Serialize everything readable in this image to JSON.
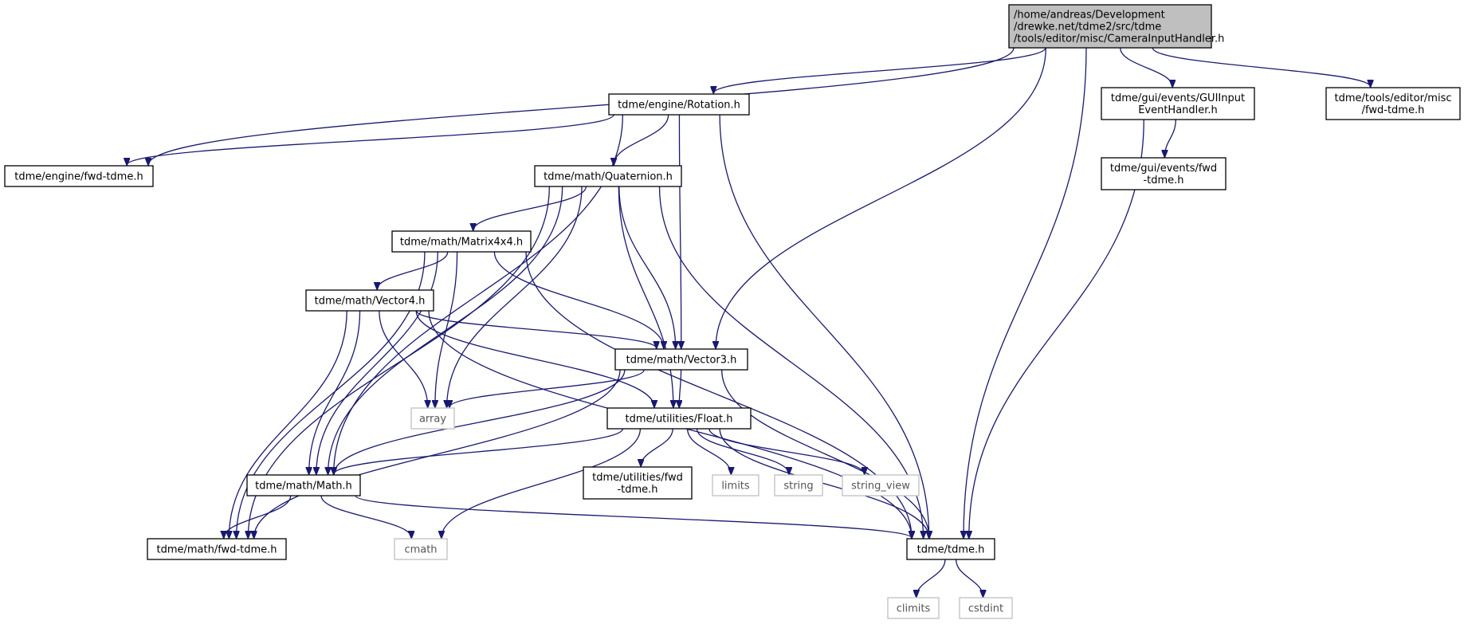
{
  "nodes": {
    "camera_input_handler": {
      "label": [
        "/home/andreas/Development",
        "/drewke.net/tdme2/src/tdme",
        "/tools/editor/misc/CameraInputHandler.h"
      ],
      "kind": "root"
    },
    "engine_rotation": {
      "label": [
        "tdme/engine/Rotation.h"
      ],
      "kind": "file"
    },
    "engine_fwd": {
      "label": [
        "tdme/engine/fwd-tdme.h"
      ],
      "kind": "file"
    },
    "gui_input_handler": {
      "label": [
        "tdme/gui/events/GUIInput",
        "EventHandler.h"
      ],
      "kind": "file"
    },
    "editor_misc_fwd": {
      "label": [
        "tdme/tools/editor/misc",
        "/fwd-tdme.h"
      ],
      "kind": "file"
    },
    "gui_events_fwd": {
      "label": [
        "tdme/gui/events/fwd",
        "-tdme.h"
      ],
      "kind": "file"
    },
    "math_quaternion": {
      "label": [
        "tdme/math/Quaternion.h"
      ],
      "kind": "file"
    },
    "math_matrix4x4": {
      "label": [
        "tdme/math/Matrix4x4.h"
      ],
      "kind": "file"
    },
    "math_vector4": {
      "label": [
        "tdme/math/Vector4.h"
      ],
      "kind": "file"
    },
    "math_vector3": {
      "label": [
        "tdme/math/Vector3.h"
      ],
      "kind": "file"
    },
    "std_array": {
      "label": [
        "array"
      ],
      "kind": "system"
    },
    "utilities_float": {
      "label": [
        "tdme/utilities/Float.h"
      ],
      "kind": "file"
    },
    "math_math": {
      "label": [
        "tdme/math/Math.h"
      ],
      "kind": "file"
    },
    "utilities_fwd": {
      "label": [
        "tdme/utilities/fwd",
        "-tdme.h"
      ],
      "kind": "file"
    },
    "std_limits": {
      "label": [
        "limits"
      ],
      "kind": "system"
    },
    "std_string": {
      "label": [
        "string"
      ],
      "kind": "system"
    },
    "std_string_view": {
      "label": [
        "string_view"
      ],
      "kind": "system"
    },
    "math_fwd": {
      "label": [
        "tdme/math/fwd-tdme.h"
      ],
      "kind": "file"
    },
    "std_cmath": {
      "label": [
        "cmath"
      ],
      "kind": "system"
    },
    "tdme_h": {
      "label": [
        "tdme/tdme.h"
      ],
      "kind": "file"
    },
    "std_climits": {
      "label": [
        "climits"
      ],
      "kind": "system"
    },
    "std_cstdint": {
      "label": [
        "cstdint"
      ],
      "kind": "system"
    }
  },
  "edges": [
    [
      "camera_input_handler",
      "engine_fwd"
    ],
    [
      "camera_input_handler",
      "engine_rotation"
    ],
    [
      "camera_input_handler",
      "math_vector3"
    ],
    [
      "camera_input_handler",
      "gui_input_handler"
    ],
    [
      "camera_input_handler",
      "editor_misc_fwd"
    ],
    [
      "camera_input_handler",
      "tdme_h"
    ],
    [
      "engine_rotation",
      "engine_fwd"
    ],
    [
      "engine_rotation",
      "math_quaternion"
    ],
    [
      "engine_rotation",
      "math_vector3"
    ],
    [
      "engine_rotation",
      "math_math"
    ],
    [
      "engine_rotation",
      "tdme_h"
    ],
    [
      "gui_input_handler",
      "gui_events_fwd"
    ],
    [
      "gui_input_handler",
      "tdme_h"
    ],
    [
      "math_quaternion",
      "math_matrix4x4"
    ],
    [
      "math_quaternion",
      "math_vector3"
    ],
    [
      "math_quaternion",
      "std_array"
    ],
    [
      "math_quaternion",
      "utilities_float"
    ],
    [
      "math_quaternion",
      "math_math"
    ],
    [
      "math_quaternion",
      "math_fwd"
    ],
    [
      "math_quaternion",
      "tdme_h"
    ],
    [
      "math_matrix4x4",
      "math_vector4"
    ],
    [
      "math_matrix4x4",
      "math_vector3"
    ],
    [
      "math_matrix4x4",
      "std_array"
    ],
    [
      "math_matrix4x4",
      "math_math"
    ],
    [
      "math_matrix4x4",
      "math_fwd"
    ],
    [
      "math_matrix4x4",
      "tdme_h"
    ],
    [
      "math_vector4",
      "math_vector3"
    ],
    [
      "math_vector4",
      "std_array"
    ],
    [
      "math_vector4",
      "utilities_float"
    ],
    [
      "math_vector4",
      "math_math"
    ],
    [
      "math_vector4",
      "math_fwd"
    ],
    [
      "math_vector4",
      "tdme_h"
    ],
    [
      "math_vector3",
      "std_array"
    ],
    [
      "math_vector3",
      "utilities_float"
    ],
    [
      "math_vector3",
      "math_math"
    ],
    [
      "math_vector3",
      "math_fwd"
    ],
    [
      "math_vector3",
      "tdme_h"
    ],
    [
      "utilities_float",
      "math_math"
    ],
    [
      "utilities_float",
      "utilities_fwd"
    ],
    [
      "utilities_float",
      "std_limits"
    ],
    [
      "utilities_float",
      "std_string"
    ],
    [
      "utilities_float",
      "std_string_view"
    ],
    [
      "utilities_float",
      "std_cmath"
    ],
    [
      "utilities_float",
      "tdme_h"
    ],
    [
      "math_math",
      "math_fwd"
    ],
    [
      "math_math",
      "std_cmath"
    ],
    [
      "math_math",
      "tdme_h"
    ],
    [
      "tdme_h",
      "std_climits"
    ],
    [
      "tdme_h",
      "std_cstdint"
    ]
  ]
}
